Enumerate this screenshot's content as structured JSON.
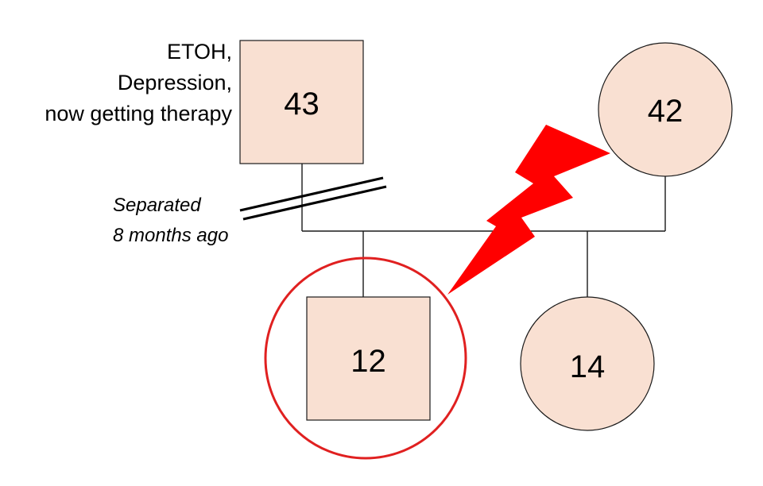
{
  "father": {
    "age": "43",
    "notes": [
      "ETOH,",
      "Depression,",
      "now getting therapy"
    ]
  },
  "mother": {
    "age": "42"
  },
  "separation": {
    "lines": [
      "Separated",
      "8 months ago"
    ]
  },
  "son": {
    "age": "12"
  },
  "daughter": {
    "age": "14"
  },
  "colors": {
    "node_fill": "#f9e0d2",
    "conflict": "#ff0000",
    "focus": "#e02020"
  },
  "icons": {
    "conflict": "lightning-bolt-icon"
  }
}
